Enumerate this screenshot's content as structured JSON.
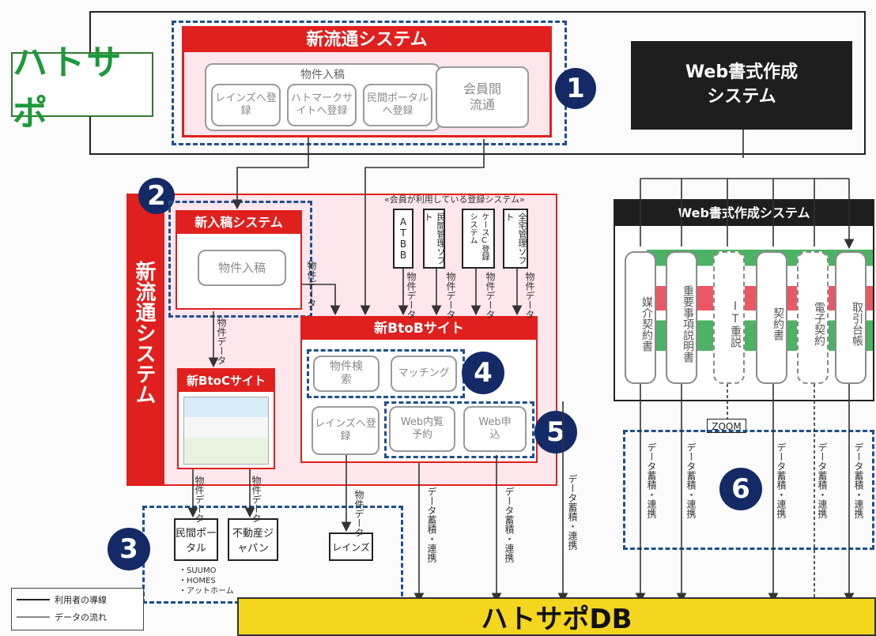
{
  "hatosapo_logo": "ハトサポ",
  "new_distribution": {
    "title": "新流通システム",
    "property_group_title": "物件入稿",
    "items": [
      "レインズへ登録",
      "ハトマークサイトへ登録",
      "民間ポータルへ登録"
    ],
    "member_distribution": "会員間流通"
  },
  "web_form_top": "Web書式作成システム",
  "web_form_panel": {
    "title": "Web書式作成システム",
    "docs": [
      "媒介契約書",
      "重要事項説明書",
      "IT重説",
      "契約書",
      "電子契約",
      "取引台帳"
    ],
    "zoom": "ZOOM"
  },
  "left_vertical_title": "新流通システム",
  "new_entry": {
    "title": "新入稿システム",
    "item": "物件入稿"
  },
  "btoc": {
    "title": "新BtoCサイト"
  },
  "btob": {
    "title": "新BtoBサイト",
    "items": [
      "物件検索",
      "マッチング",
      "レインズへ登録",
      "Web内覧予約",
      "Web申込"
    ]
  },
  "member_systems_caption": "«会員が利用している登録システム»",
  "member_systems": [
    "ATBB",
    "民間管理ソフト",
    "ケースC登録システム",
    "全宅管理ソフト"
  ],
  "labels": {
    "property_data": "物件データ",
    "data_link": "データ蓄積・連携"
  },
  "outputs": {
    "private_portal": "民間ポータル",
    "real_estate_japan": "不動産ジャパン",
    "reins": "レインズ",
    "portal_list": [
      "・SUUMO",
      "・HOMES",
      "・アットホーム"
    ]
  },
  "numbers": [
    "1",
    "2",
    "3",
    "4",
    "5",
    "6"
  ],
  "legend": {
    "user_flow": "利用者の導線",
    "data_flow": "データの流れ"
  },
  "database": "ハトサポDB",
  "colors": {
    "red": "#e0201e",
    "navy": "#142a66",
    "dash_blue": "#1f4f8f",
    "db_yellow": "#f4d61e",
    "black": "#1e1e1e"
  }
}
